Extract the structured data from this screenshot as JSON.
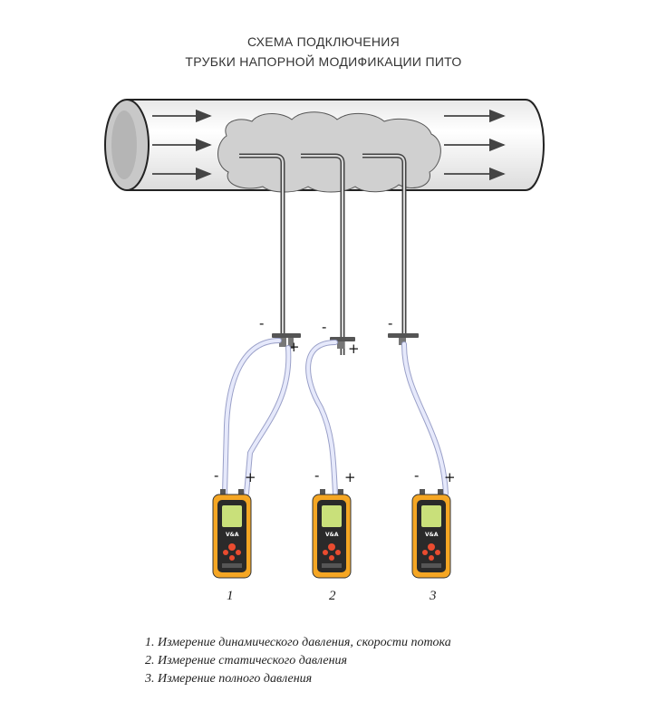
{
  "title": {
    "line1": "СХЕМА ПОДКЛЮЧЕНИЯ",
    "line2": "ТРУБКИ НАПОРНОЙ МОДИФИКАЦИИ ПИТО"
  },
  "signs": {
    "minus": "-",
    "plus": "+"
  },
  "meters": [
    {
      "number": "1",
      "brand": "V&A"
    },
    {
      "number": "2",
      "brand": "V&A"
    },
    {
      "number": "3",
      "brand": "V&A"
    }
  ],
  "legend": [
    "1. Измерение динамического давления, скорости потока",
    "2. Измерение статического давления",
    "3. Измерение полного давления"
  ],
  "colors": {
    "pipe": "#f5f5f5",
    "pipe_end": "#c8c8c8",
    "cloud": "#d0d0d0",
    "tube": "#d8def5",
    "meter_body": "#f5a623",
    "meter_face": "#2a2a2a",
    "screen": "#c9e07a"
  }
}
